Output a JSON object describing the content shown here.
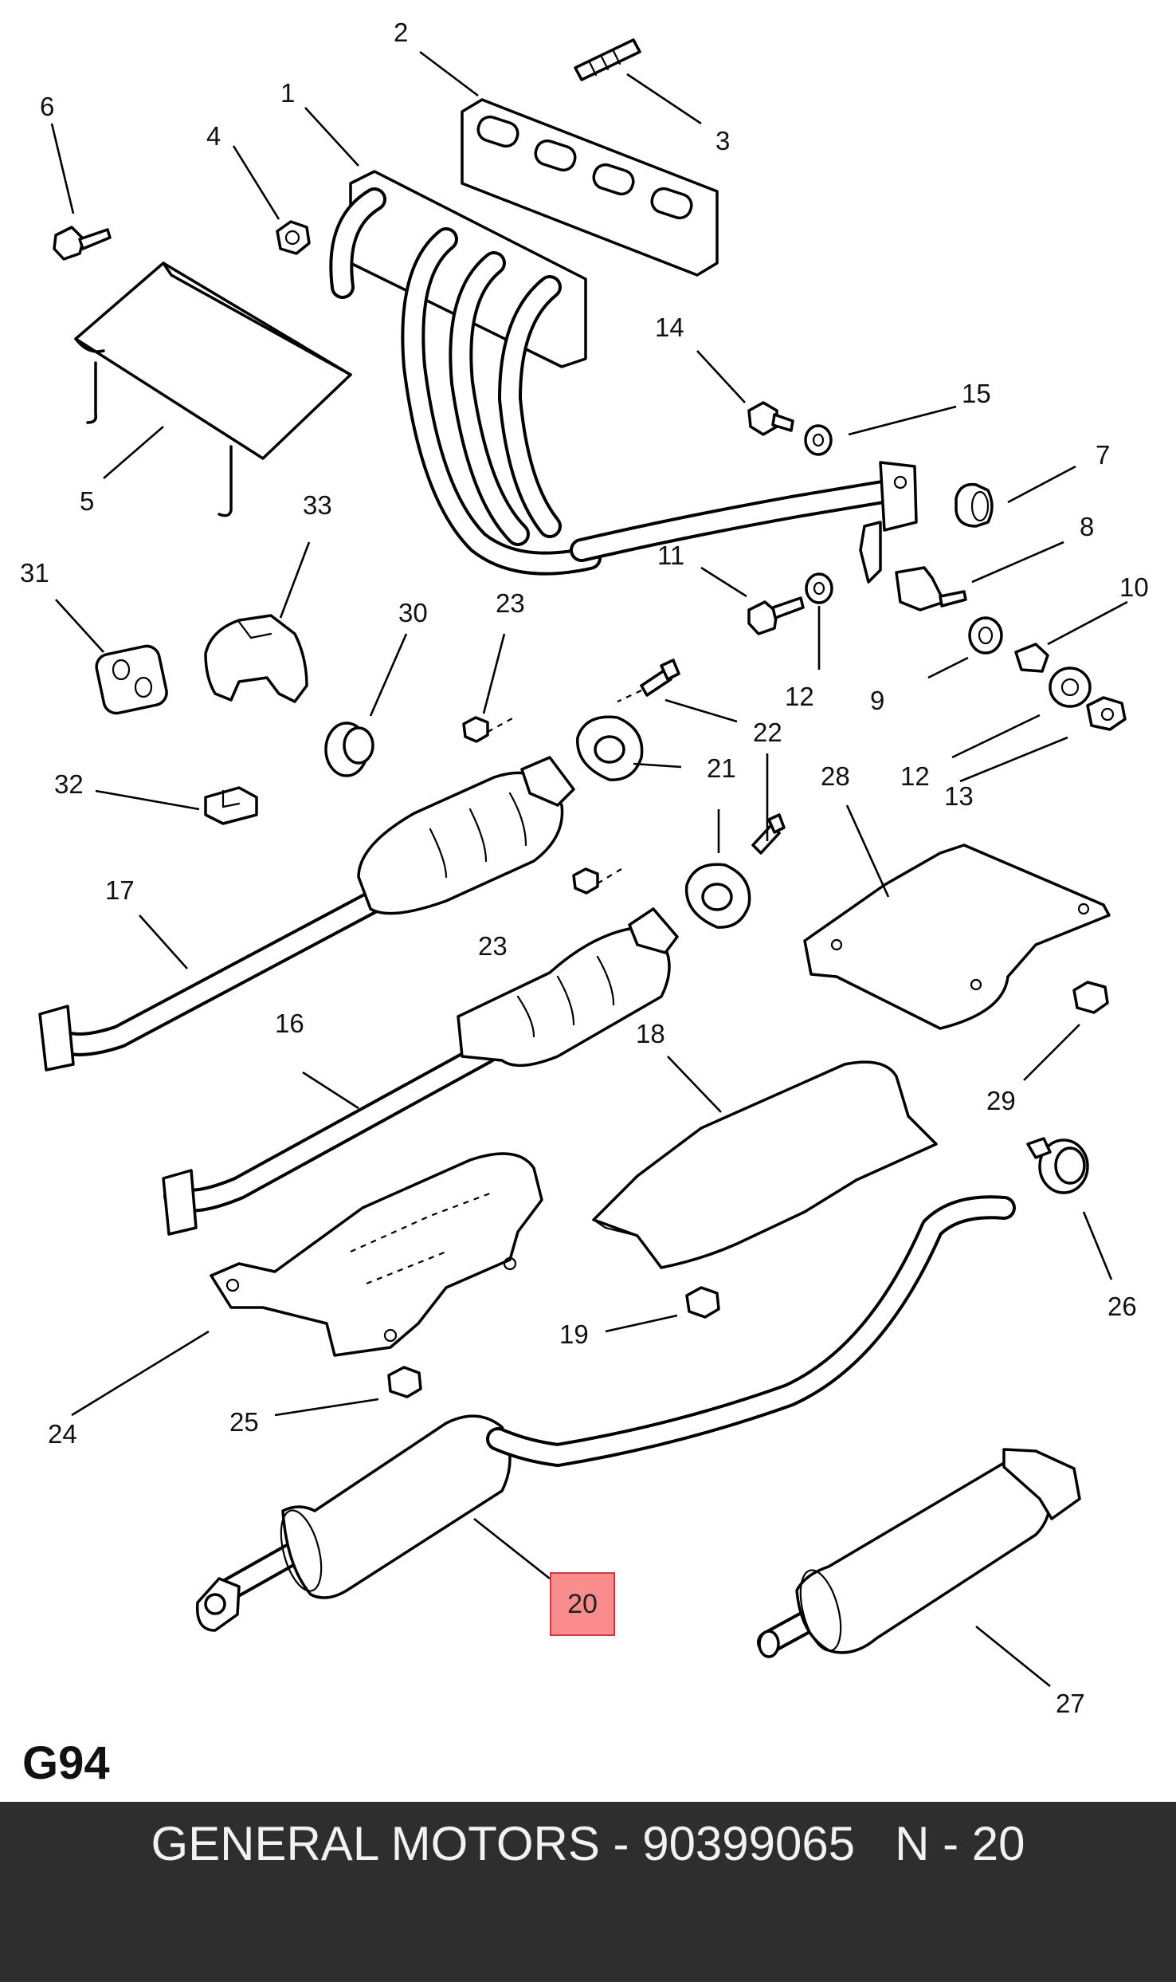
{
  "labels": {
    "p1": "1",
    "p2": "2",
    "p3": "3",
    "p4": "4",
    "p5": "5",
    "p6": "6",
    "p7": "7",
    "p8": "8",
    "p9": "9",
    "p10": "10",
    "p11": "11",
    "p12a": "12",
    "p12b": "12",
    "p13": "13",
    "p14": "14",
    "p15": "15",
    "p16": "16",
    "p17": "17",
    "p18": "18",
    "p19": "19",
    "p20": "20",
    "p21": "21",
    "p22": "22",
    "p23a": "23",
    "p23b": "23",
    "p24": "24",
    "p25": "25",
    "p26": "26",
    "p27": "27",
    "p28": "28",
    "p29": "29",
    "p30": "30",
    "p31": "31",
    "p32": "32",
    "p33": "33"
  },
  "highlight": {
    "label": "20",
    "color": "#fa8c8e"
  },
  "figure_code": "G94",
  "footer": {
    "text": "GENERAL MOTORS - 90399065   N - 20",
    "background": "#2e2e2e"
  }
}
